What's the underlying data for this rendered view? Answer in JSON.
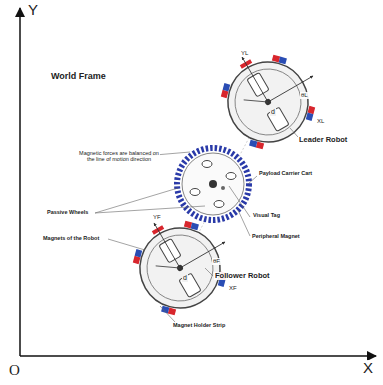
{
  "diagram": {
    "labels": [
      "Y",
      "X",
      "O",
      "World Frame",
      "Leader Robot",
      "Magnetic forces are balanced on the line of motion direction",
      "Passive Wheels",
      "Payload Carrier Cart",
      "Visual Tag",
      "Peripheral Magnet",
      "Magnets of the Robot",
      "Follower Robot",
      "Magnet Holder Strip",
      "YL",
      "XL",
      "θL",
      "d",
      "YF",
      "XF",
      "θF",
      "d"
    ]
  }
}
